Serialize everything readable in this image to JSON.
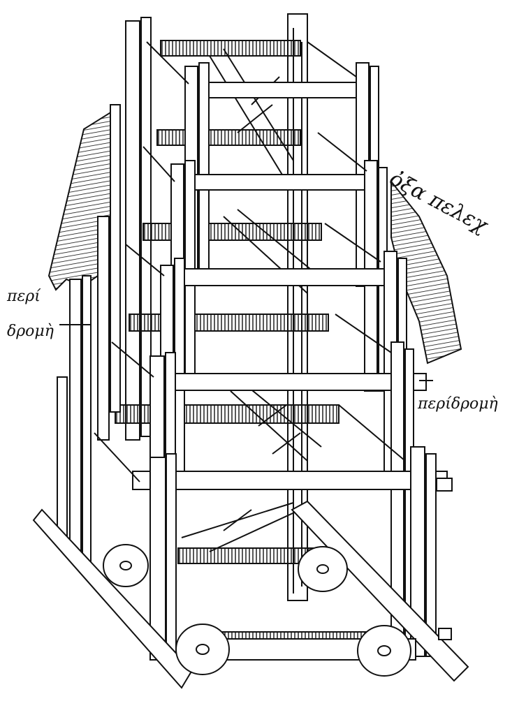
{
  "labels": {
    "top_right": "ὀξα πελεχ",
    "left_line1": "περί",
    "left_line2": "δρομὴ",
    "right_mid": "περίδρομὴ"
  },
  "colors": {
    "ink": "#111111",
    "paper": "#ffffff"
  }
}
